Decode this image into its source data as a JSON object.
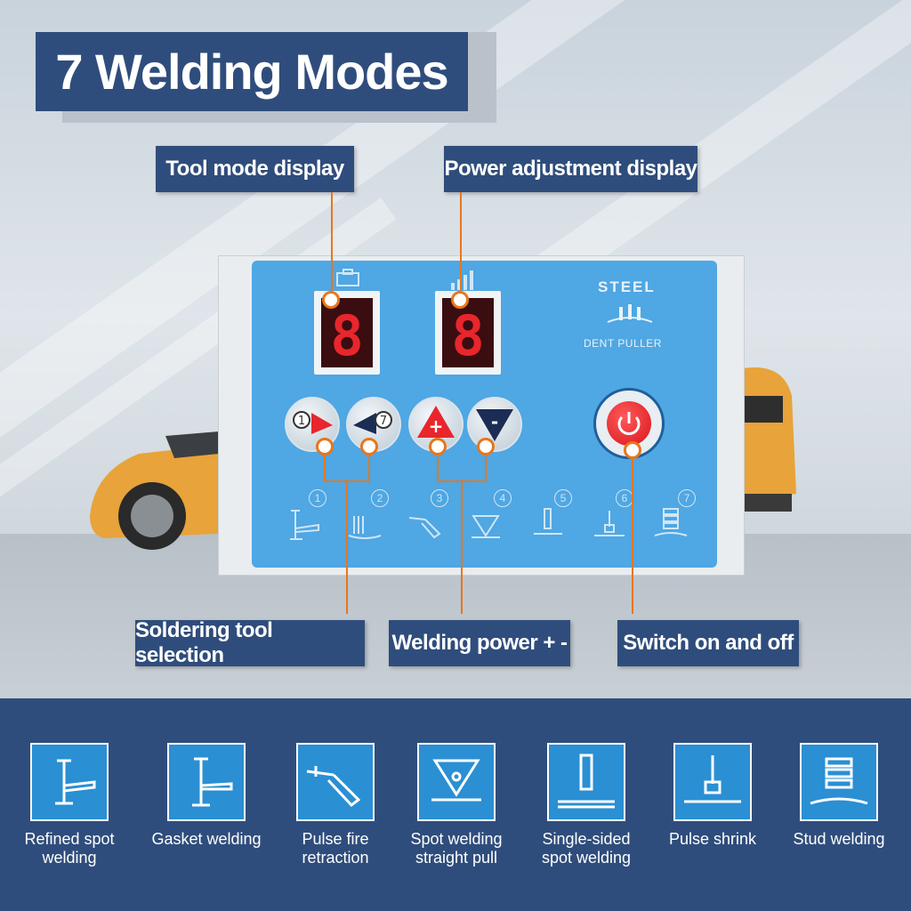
{
  "title": "7 Welding Modes",
  "labels": {
    "tool_mode_display": "Tool mode display",
    "power_adjustment_display": "Power adjustment display",
    "soldering_tool_selection": "Soldering tool selection",
    "welding_power": "Welding power + -",
    "switch": "Switch on and off"
  },
  "panel": {
    "brand": "STEEL",
    "product": "DENT PULLER",
    "tool_display_value": "8",
    "power_display_value": "8",
    "buttons": [
      {
        "icon": "mode-1-arrow-right-icon",
        "text": "1"
      },
      {
        "icon": "mode-7-arrow-left-icon",
        "text": "7"
      },
      {
        "icon": "power-plus-icon",
        "text": "+"
      },
      {
        "icon": "power-minus-icon",
        "text": "-"
      }
    ],
    "mode_numbers": [
      "1",
      "2",
      "3",
      "4",
      "5",
      "6",
      "7"
    ]
  },
  "modes": [
    {
      "name": "Refined spot welding",
      "line1": "Refined spot",
      "line2": "welding",
      "icon": "refined-spot-icon"
    },
    {
      "name": "Gasket welding",
      "line1": "Gasket welding",
      "line2": "",
      "icon": "gasket-welding-icon"
    },
    {
      "name": "Pulse fire retraction",
      "line1": "Pulse fire",
      "line2": "retraction",
      "icon": "pulse-fire-icon"
    },
    {
      "name": "Spot welding straight pull",
      "line1": "Spot welding",
      "line2": "straight pull",
      "icon": "spot-pull-icon"
    },
    {
      "name": "Single-sided spot welding",
      "line1": "Single-sided",
      "line2": "spot welding",
      "icon": "single-sided-icon"
    },
    {
      "name": "Pulse shrink",
      "line1": "Pulse shrink",
      "line2": "",
      "icon": "pulse-shrink-icon"
    },
    {
      "name": "Stud welding",
      "line1": "Stud welding",
      "line2": "",
      "icon": "stud-welding-icon"
    }
  ],
  "colors": {
    "navy": "#2f4d7c",
    "panel_blue": "#4fa7e3",
    "tile_blue": "#2a8fd3",
    "callout_orange": "#e8761c",
    "display_red": "#e8262c"
  }
}
